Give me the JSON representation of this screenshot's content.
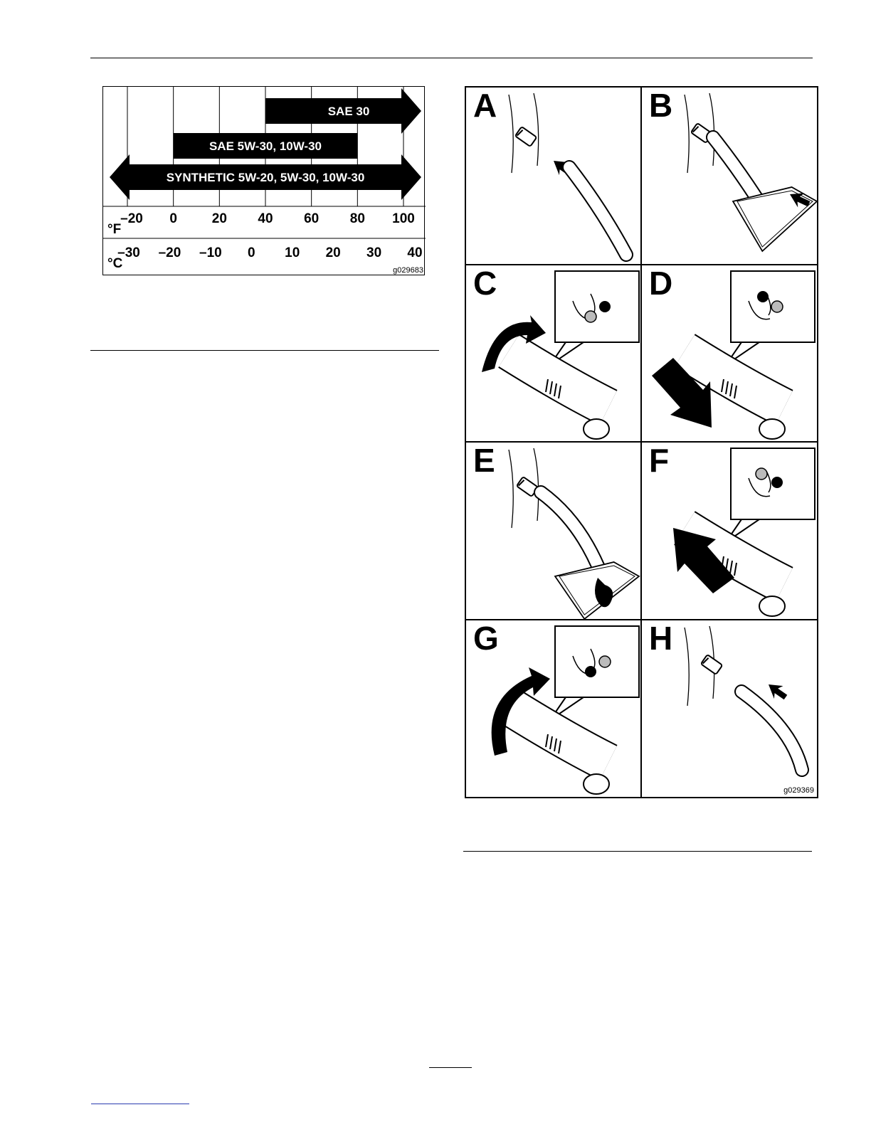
{
  "oil_chart": {
    "bars": [
      {
        "label": "SAE 30",
        "from_f": 40,
        "to_f": 100,
        "arrow_left": false,
        "arrow_right": true
      },
      {
        "label": "SAE 5W-30, 10W-30",
        "from_f": 0,
        "to_f": 80,
        "arrow_left": false,
        "arrow_right": false
      },
      {
        "label": "SYNTHETIC 5W-20, 5W-30, 10W-30",
        "from_f": -20,
        "to_f": 100,
        "arrow_left": true,
        "arrow_right": true
      }
    ],
    "fahrenheit_unit": "°F",
    "fahrenheit_ticks": [
      "–20",
      "0",
      "20",
      "40",
      "60",
      "80",
      "100"
    ],
    "celsius_unit": "°C",
    "celsius_ticks": [
      "–30",
      "–20",
      "–10",
      "0",
      "10",
      "20",
      "30",
      "40"
    ],
    "figure_id": "g029683"
  },
  "drain_figure": {
    "panels": [
      {
        "letter": "A",
        "icon": "attach-hose-icon"
      },
      {
        "letter": "B",
        "icon": "place-pan-icon"
      },
      {
        "letter": "C",
        "icon": "rotate-valve-open-icon"
      },
      {
        "letter": "D",
        "icon": "pull-valve-icon"
      },
      {
        "letter": "E",
        "icon": "oil-draining-icon"
      },
      {
        "letter": "F",
        "icon": "push-valve-icon"
      },
      {
        "letter": "G",
        "icon": "rotate-valve-closed-icon"
      },
      {
        "letter": "H",
        "icon": "remove-hose-icon"
      }
    ],
    "figure_id": "g029369"
  },
  "colors": {
    "ink": "#000000",
    "link": "#2a3cb0",
    "valve_grey": "#bbbbbb"
  }
}
